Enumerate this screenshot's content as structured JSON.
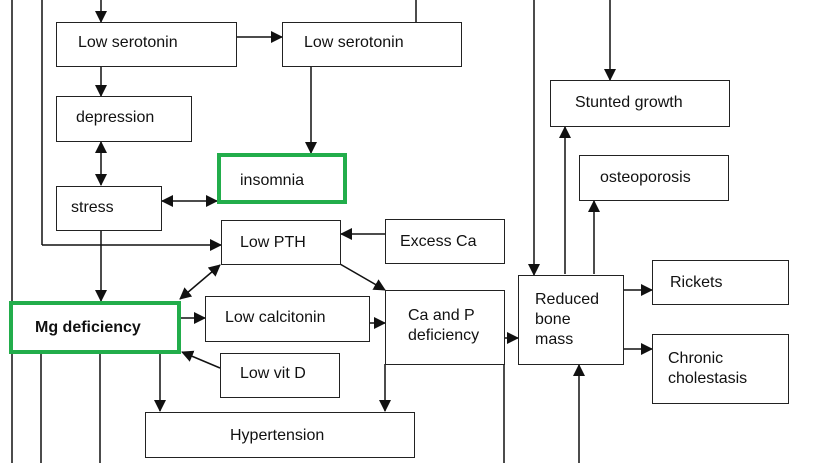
{
  "diagram": {
    "highlight_color": "#22ad4b",
    "nodes": {
      "low_serotonin_1": "Low serotonin",
      "low_serotonin_2": "Low serotonin",
      "depression": "depression",
      "insomnia": "insomnia",
      "stress": "stress",
      "low_pth": "Low PTH",
      "excess_ca": "Excess Ca",
      "mg_deficiency": "Mg deficiency",
      "low_calcitonin": "Low calcitonin",
      "low_vit_d": "Low vit D",
      "ca_p_deficiency": "Ca and P\ndeficiency",
      "hypertension": "Hypertension",
      "stunted_growth": "Stunted growth",
      "osteoporosis": "osteoporosis",
      "reduced_bone_mass": "Reduced\nbone\nmass",
      "rickets": "Rickets",
      "chronic_cholestasis": "Chronic\ncholestasis"
    },
    "highlighted_nodes": [
      "insomnia",
      "mg_deficiency"
    ],
    "edges": [
      {
        "from": "low_serotonin_1",
        "to": "low_serotonin_2"
      },
      {
        "from": "low_serotonin_1",
        "to": "depression"
      },
      {
        "from": "low_serotonin_2",
        "to": "insomnia"
      },
      {
        "from": "depression",
        "to": "stress",
        "bidirectional": true
      },
      {
        "from": "stress",
        "to": "insomnia",
        "bidirectional": true
      },
      {
        "from": "stress",
        "to": "mg_deficiency"
      },
      {
        "from": "excess_ca",
        "to": "low_pth"
      },
      {
        "from": "low_pth",
        "to": "mg_deficiency",
        "bidirectional": true
      },
      {
        "from": "low_pth",
        "to": "ca_p_deficiency"
      },
      {
        "from": "mg_deficiency",
        "to": "low_calcitonin"
      },
      {
        "from": "low_vit_d",
        "to": "mg_deficiency"
      },
      {
        "from": "low_calcitonin",
        "to": "ca_p_deficiency"
      },
      {
        "from": "mg_deficiency",
        "to": "hypertension"
      },
      {
        "from": "ca_p_deficiency",
        "to": "hypertension"
      },
      {
        "from": "ca_p_deficiency",
        "to": "reduced_bone_mass"
      },
      {
        "from": "reduced_bone_mass",
        "to": "stunted_growth"
      },
      {
        "from": "reduced_bone_mass",
        "to": "osteoporosis"
      },
      {
        "from": "reduced_bone_mass",
        "to": "rickets"
      },
      {
        "from": "reduced_bone_mass",
        "to": "chronic_cholestasis"
      }
    ]
  }
}
